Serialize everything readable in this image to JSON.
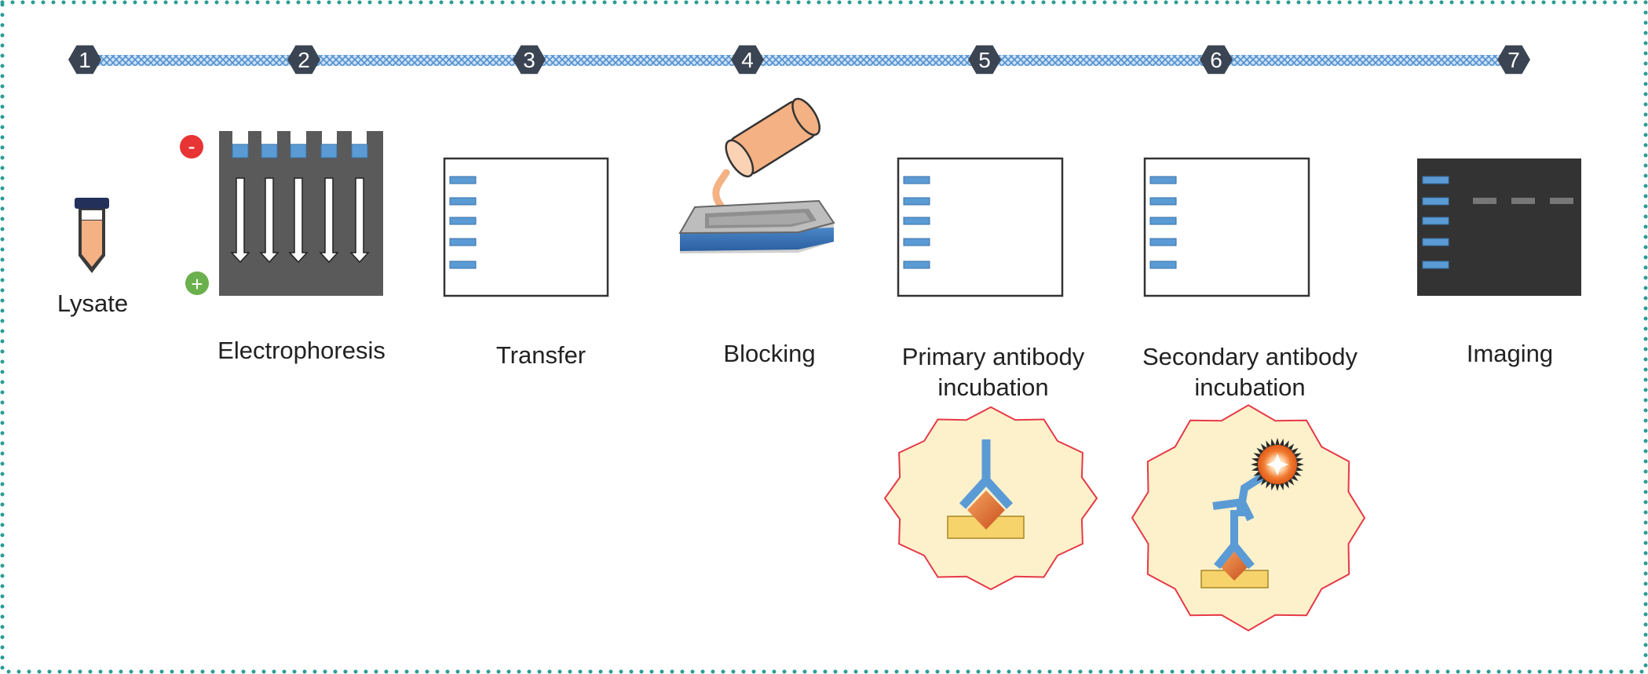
{
  "timeline": {
    "markers": [
      "1",
      "2",
      "3",
      "4",
      "5",
      "6",
      "7"
    ]
  },
  "steps": {
    "lysate": "Lysate",
    "electrophoresis": "Electrophoresis",
    "transfer": "Transfer",
    "blocking": "Blocking",
    "primary_line1": "Primary antibody",
    "primary_line2": "incubation",
    "secondary_line1": "Secondary antibody",
    "secondary_line2": "incubation",
    "imaging": "Imaging"
  },
  "electrodes": {
    "negative": "-",
    "positive": "+"
  },
  "icons": [
    "lysate-tube-icon",
    "gel-electrophoresis-icon",
    "membrane-icon",
    "blocking-tray-icon",
    "primary-antibody-icon",
    "secondary-antibody-icon",
    "imaging-blot-icon"
  ],
  "colors": {
    "frame": "#2a9d95",
    "marker": "#3b4452",
    "band": "#5b9bd5",
    "gel": "#5a5a5a",
    "blot": "#333333",
    "lysate": "#f4b183",
    "negative": "#e83434",
    "positive": "#6ab04c",
    "burst_fill": "#fdf1cc",
    "burst_stroke": "#e63946"
  }
}
